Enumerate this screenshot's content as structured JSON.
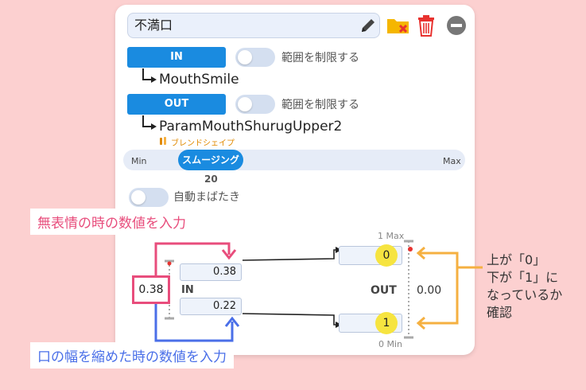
{
  "header": {
    "name_value": "不満口"
  },
  "input_section": {
    "tag": "IN",
    "limit_label": "範囲を制限する",
    "param_name": "MouthSmile"
  },
  "output_section": {
    "tag": "OUT",
    "limit_label": "範囲を制限する",
    "param_name": "ParamMouthShurugUpper2",
    "blend_label": "ブレンドシェイプ"
  },
  "smoothing": {
    "min_label": "Min",
    "max_label": "Max",
    "label": "スムージング",
    "value": "20",
    "value_fraction": 0.2
  },
  "auto_blink": {
    "label": "自動まばたき"
  },
  "graph": {
    "in_label": "IN",
    "out_label": "OUT",
    "in_current": "0.38",
    "out_current": "0.00",
    "in_upper_value": "0.38",
    "in_lower_value": "0.22",
    "out_upper_value": "0",
    "out_lower_value": "1",
    "max_label": "1 Max",
    "min_label": "0 Min"
  },
  "annotations": {
    "pink_text": "無表情の時の数値を入力",
    "blue_text": "口の幅を縮めた時の数値を入力",
    "note_lines": [
      "上が「0」",
      "下が「1」に",
      "なっているか",
      "確認"
    ]
  },
  "colors": {
    "background": "#fcd0d0",
    "accent": "#1a8be0",
    "pink": "#e84d7c",
    "blue": "#4a6fe8",
    "orange": "#f5b041",
    "highlight": "#f6e440"
  }
}
